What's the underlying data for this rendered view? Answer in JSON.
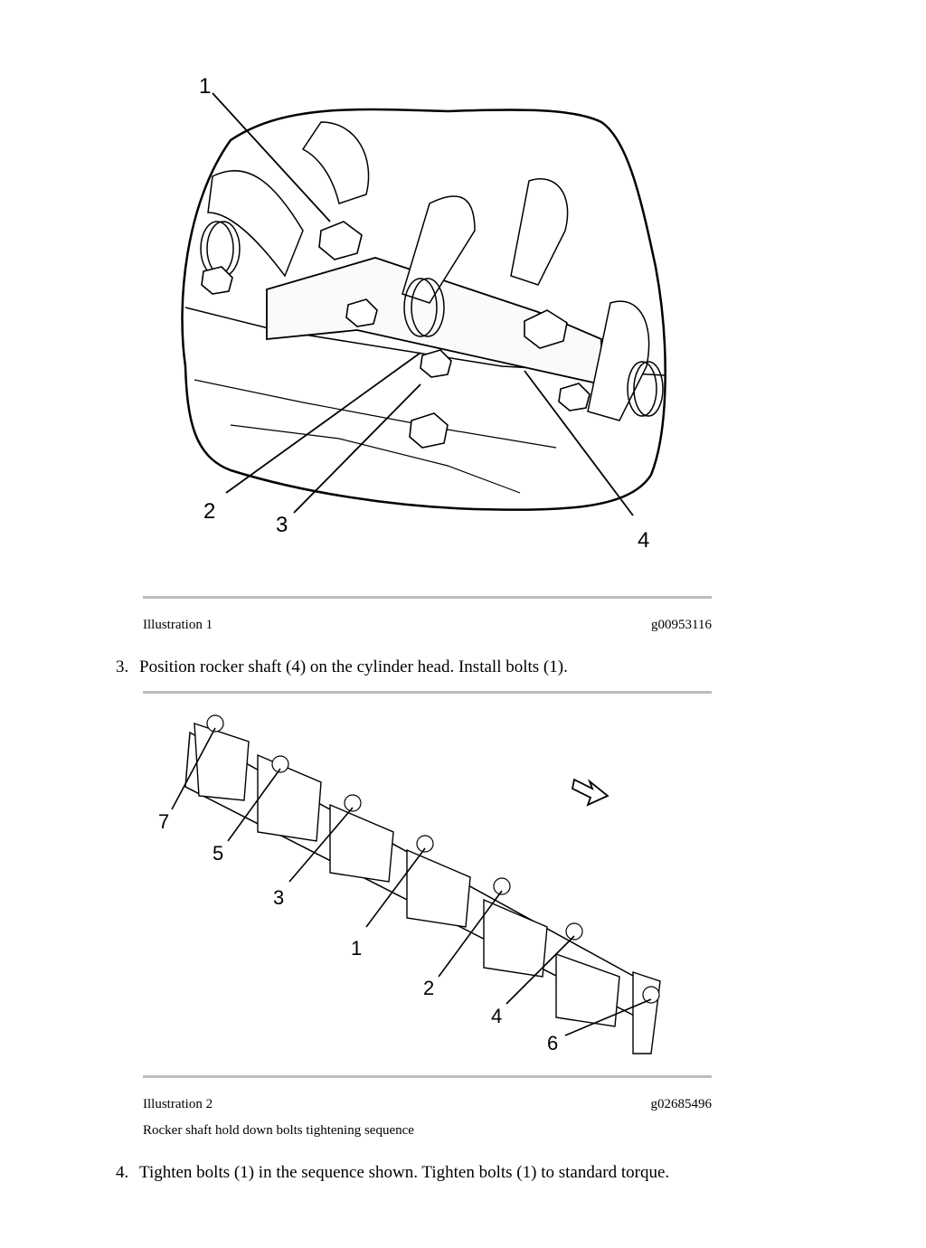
{
  "illustration1": {
    "callouts": [
      "1",
      "2",
      "3",
      "4"
    ],
    "caption_label": "Illustration 1",
    "caption_id": "g00953116"
  },
  "step3": {
    "number": "3.",
    "text": "Position rocker shaft (4) on the cylinder head. Install bolts (1)."
  },
  "illustration2": {
    "callouts": [
      "7",
      "5",
      "3",
      "1",
      "2",
      "4",
      "6"
    ],
    "caption_label": "Illustration 2",
    "caption_id": "g02685496",
    "caption_text": "Rocker shaft hold down bolts tightening sequence"
  },
  "step4": {
    "number": "4.",
    "text": "Tighten bolts (1) in the sequence shown. Tighten bolts (1) to standard torque."
  }
}
